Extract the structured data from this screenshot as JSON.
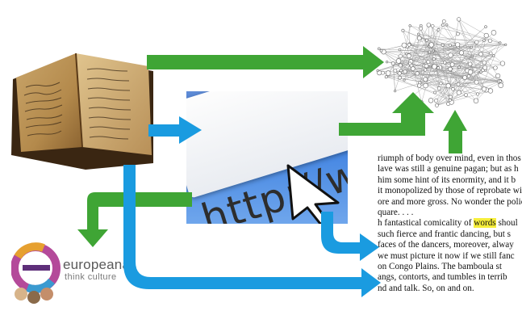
{
  "browser": {
    "url_text": "http://ww"
  },
  "document": {
    "lines": [
      "riumph of body over mind, even in thos",
      "lave was still a genuine pagan; but as h",
      "him some hint of its enormity, and it b",
      "it monopolized by those of reprobate wi",
      "ore and more gross.  No wonder the polic",
      "quare. . . .",
      "h fantastical comicality of ",
      " such fierce and frantic dancing, but s",
      " faces of the dancers, moreover, alway",
      "we must picture it now if we still fanc",
      " on Congo Plains.  The bamboula st",
      "angs, contorts, and tumbles in terrib",
      "nd and talk.  So, on and on."
    ],
    "highlight_word": "words",
    "highlight_after": " shoul"
  },
  "europeana": {
    "name": "europeana",
    "tagline": "think culture"
  },
  "colors": {
    "green": "#3fa535",
    "blue": "#1a9be0"
  }
}
